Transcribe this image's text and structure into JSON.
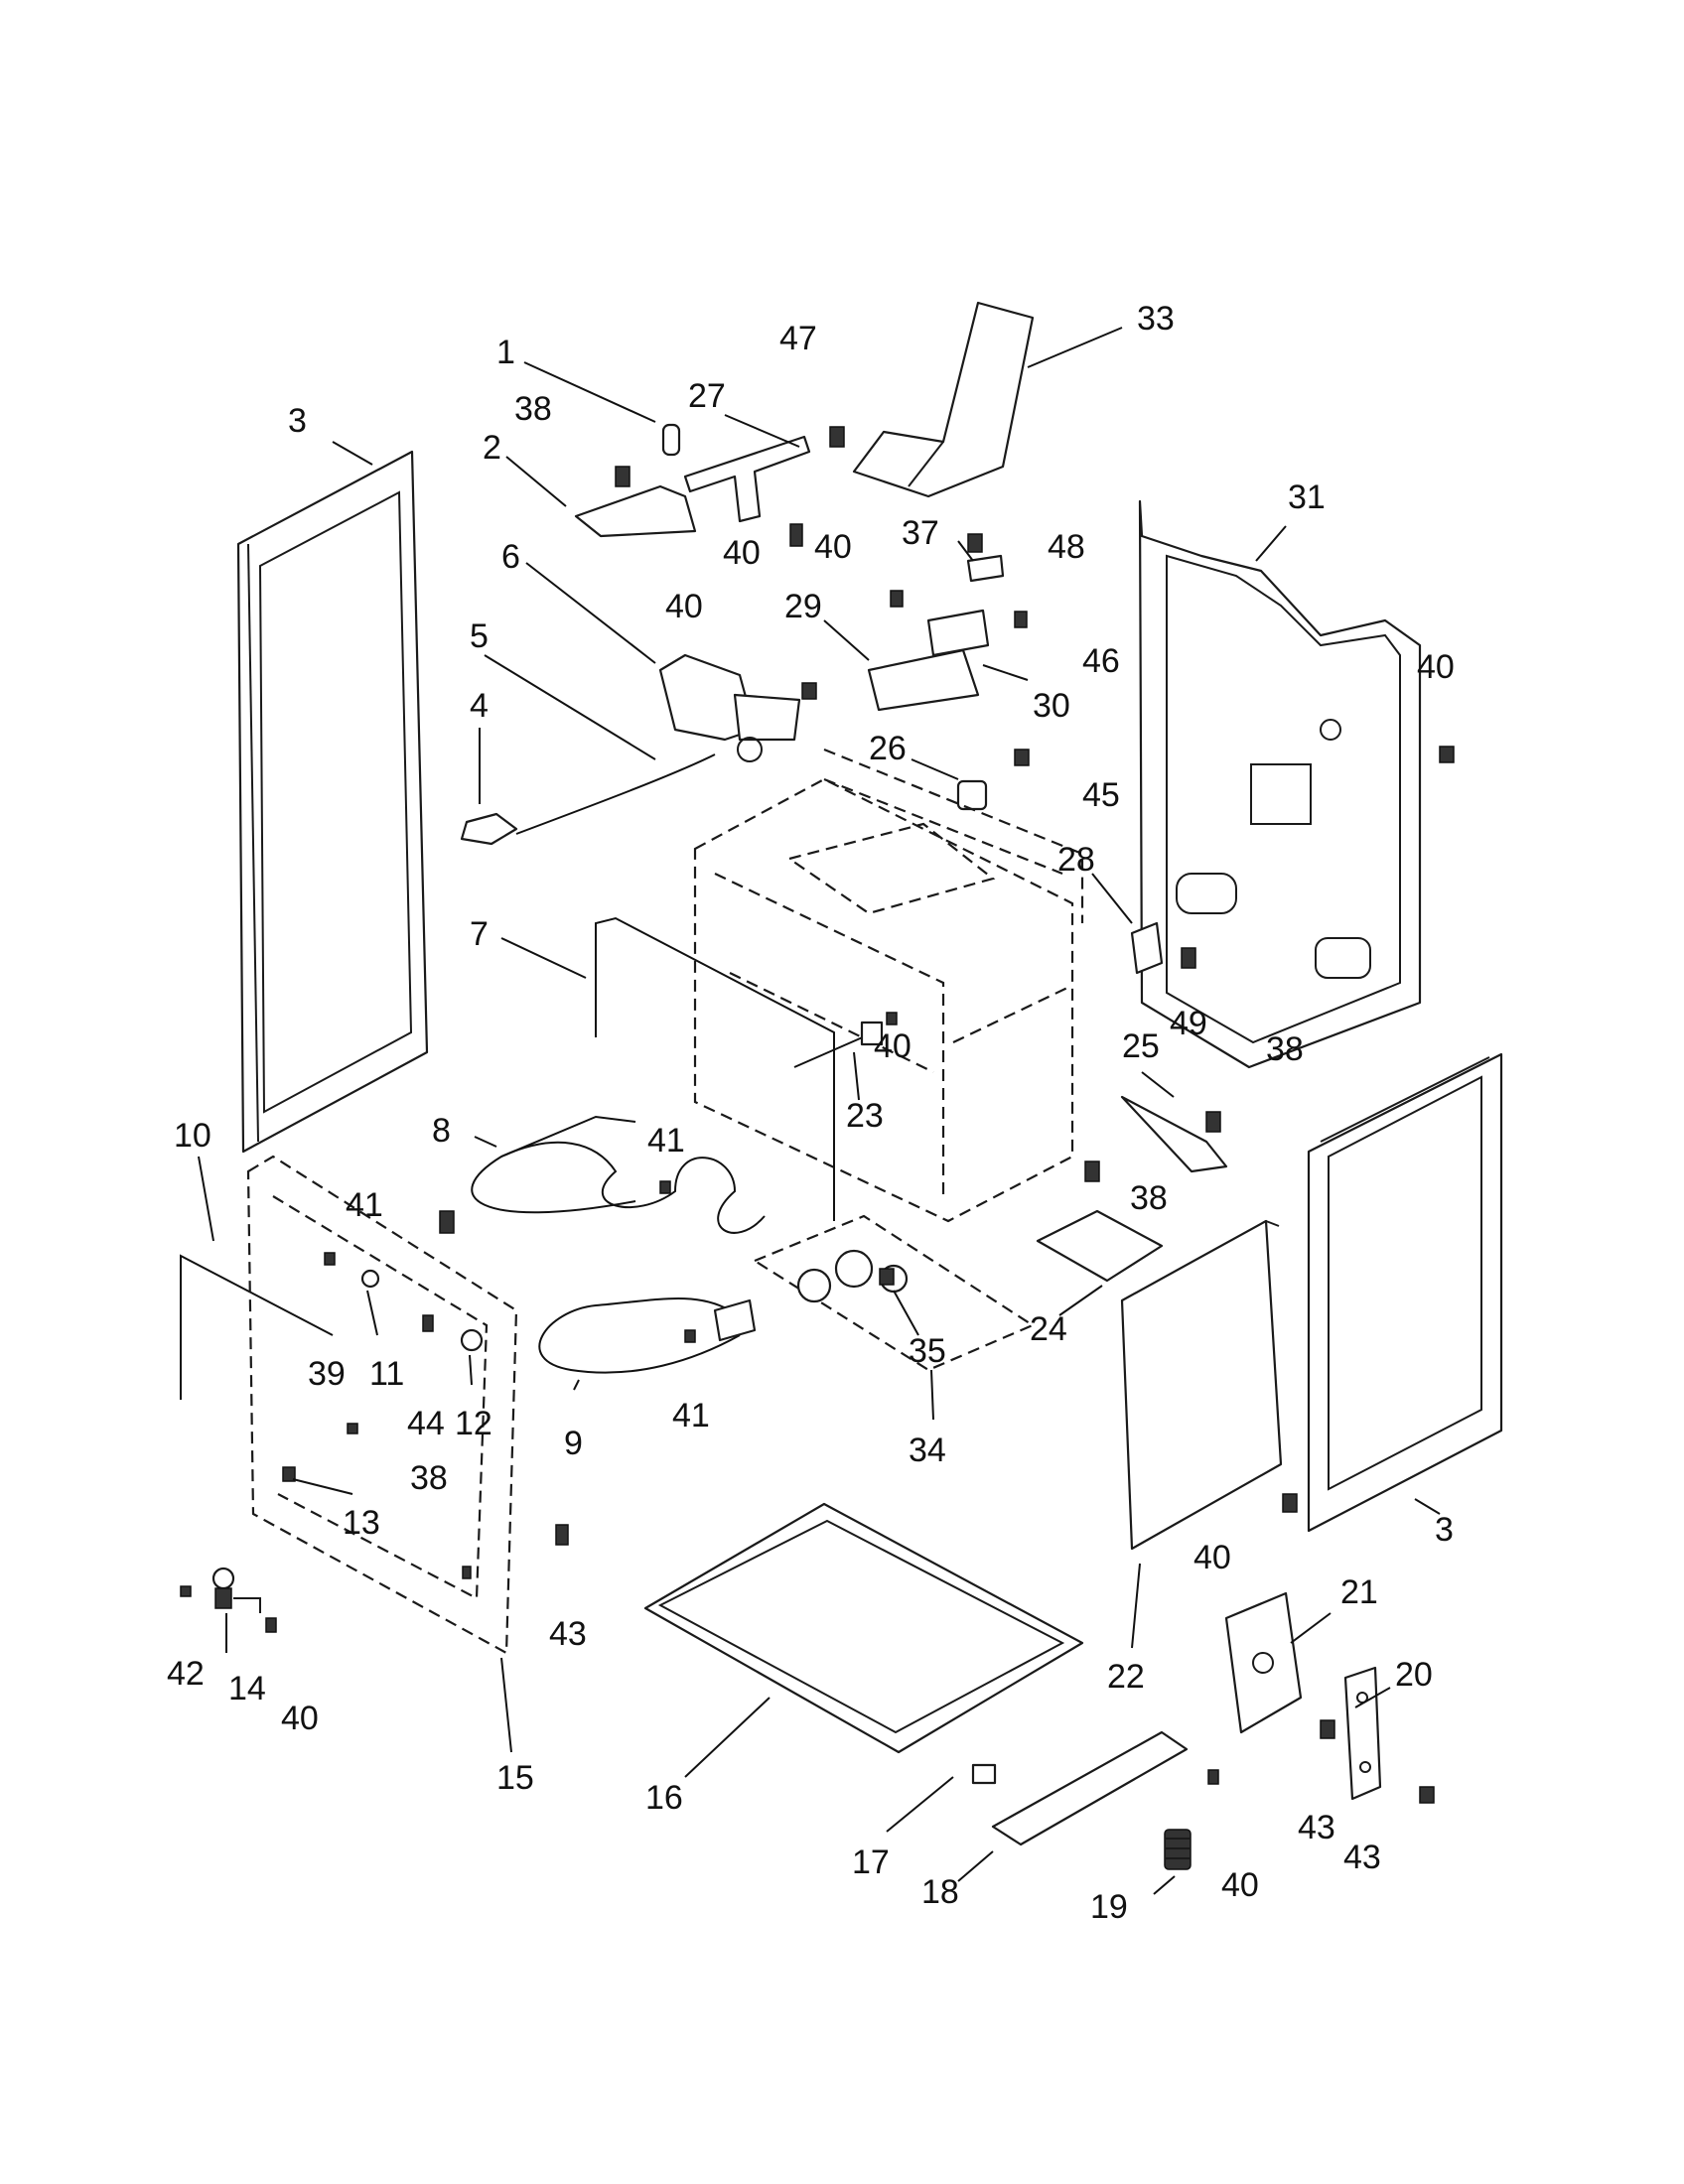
{
  "labels": {
    "l1": "1",
    "l2": "2",
    "l3a": "3",
    "l3b": "3",
    "l4": "4",
    "l5": "5",
    "l6": "6",
    "l7": "7",
    "l8": "8",
    "l9": "9",
    "l10": "10",
    "l11": "11",
    "l12": "12",
    "l13": "13",
    "l14": "14",
    "l15": "15",
    "l16": "16",
    "l17": "17",
    "l18": "18",
    "l19": "19",
    "l20": "20",
    "l21": "21",
    "l22": "22",
    "l23": "23",
    "l24": "24",
    "l25": "25",
    "l26": "26",
    "l27": "27",
    "l28": "28",
    "l29": "29",
    "l30": "30",
    "l31": "31",
    "l33": "33",
    "l34": "34",
    "l35": "35",
    "l37": "37",
    "l38a": "38",
    "l38b": "38",
    "l38c": "38",
    "l38d": "38",
    "l39": "39",
    "l40a": "40",
    "l40b": "40",
    "l40c": "40",
    "l40d": "40",
    "l40e": "40",
    "l40f": "40",
    "l40g": "40",
    "l40h": "40",
    "l41a": "41",
    "l41b": "41",
    "l41c": "41",
    "l42": "42",
    "l43a": "43",
    "l43b": "43",
    "l43c": "43",
    "l44": "44",
    "l45": "45",
    "l46": "46",
    "l47": "47",
    "l48": "48",
    "l49": "49"
  }
}
